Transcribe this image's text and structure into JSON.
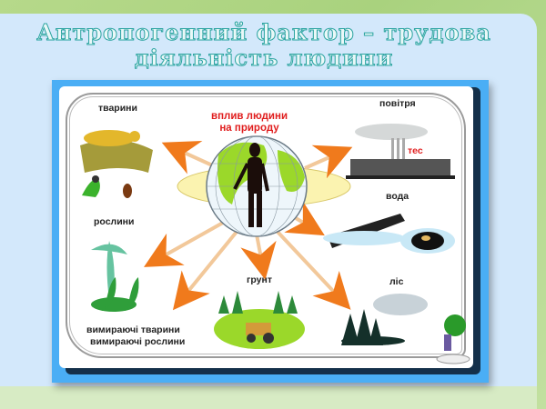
{
  "slide": {
    "title_line1": "Антропогенний фактор – трудова",
    "title_line2": "діяльність людини"
  },
  "diagram": {
    "center_label_line1": "вплив людини",
    "center_label_line2": "на природу",
    "labels": {
      "animals": "тварини",
      "plants": "рослини",
      "extinct": "вимираючі тварини",
      "extinct2": "вимираючі рослини",
      "soil": "грунт",
      "forest": "ліс",
      "air": "повітря",
      "power_plant": "тес",
      "water": "вода"
    },
    "colors": {
      "arrow": "#f07a1c",
      "globe_land": "#9bd82a",
      "frame_blue": "#4aaef5",
      "label_red": "#e01d1d",
      "title_stroke": "#2aa3a0"
    }
  }
}
